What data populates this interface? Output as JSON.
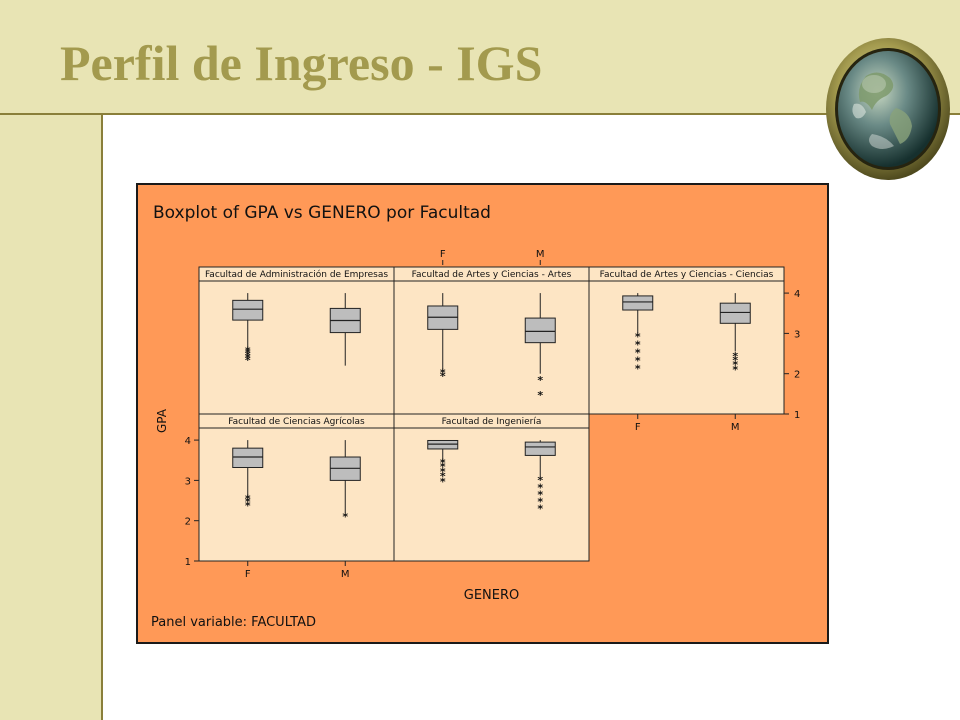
{
  "slide": {
    "title": "Perfil de Ingreso - IGS"
  },
  "icons": {
    "globe": "globe-icon"
  },
  "colors": {
    "band": "#e8e4b4",
    "title": "#a39a4e",
    "chart_bg": "#ff9957",
    "panel_bg": "#fde5c4",
    "box_fill": "#bdbdbd"
  },
  "chart_data": {
    "type": "boxplot",
    "title": "Boxplot of GPA vs GENERO por Facultad",
    "xlabel": "GENERO",
    "ylabel": "GPA",
    "categories": [
      "F",
      "M"
    ],
    "yticks": [
      1,
      2,
      3,
      4
    ],
    "ylim": [
      1,
      4.3
    ],
    "footer": "Panel variable: FACULTAD",
    "panels": [
      {
        "name": "Facultad de Administración de Empresas",
        "boxes": [
          {
            "group": "F",
            "whisker_low": 2.6,
            "q1": 3.33,
            "median": 3.6,
            "q3": 3.82,
            "whisker_high": 4.0,
            "outliers": [
              2.32,
              2.38,
              2.44,
              2.5,
              2.55
            ]
          },
          {
            "group": "M",
            "whisker_low": 2.2,
            "q1": 3.02,
            "median": 3.32,
            "q3": 3.62,
            "whisker_high": 4.0,
            "outliers": []
          }
        ]
      },
      {
        "name": "Facultad de Artes y Ciencias - Artes",
        "boxes": [
          {
            "group": "F",
            "whisker_low": 2.1,
            "q1": 3.1,
            "median": 3.4,
            "q3": 3.68,
            "whisker_high": 4.0,
            "outliers": [
              1.92,
              2.0
            ]
          },
          {
            "group": "M",
            "whisker_low": 2.0,
            "q1": 2.77,
            "median": 3.05,
            "q3": 3.38,
            "whisker_high": 4.0,
            "outliers": [
              1.45,
              1.82
            ]
          }
        ]
      },
      {
        "name": "Facultad de Artes y Ciencias - Ciencias",
        "boxes": [
          {
            "group": "F",
            "whisker_low": 3.0,
            "q1": 3.58,
            "median": 3.78,
            "q3": 3.93,
            "whisker_high": 4.0,
            "outliers": [
              2.1,
              2.3,
              2.5,
              2.7,
              2.9
            ]
          },
          {
            "group": "M",
            "whisker_low": 2.55,
            "q1": 3.25,
            "median": 3.52,
            "q3": 3.75,
            "whisker_high": 4.0,
            "outliers": [
              2.08,
              2.2,
              2.32,
              2.42
            ]
          }
        ]
      },
      {
        "name": "Facultad de Ciencias Agrícolas",
        "boxes": [
          {
            "group": "F",
            "whisker_low": 2.6,
            "q1": 3.32,
            "median": 3.58,
            "q3": 3.8,
            "whisker_high": 4.0,
            "outliers": [
              2.35,
              2.45,
              2.52
            ]
          },
          {
            "group": "M",
            "whisker_low": 2.2,
            "q1": 3.0,
            "median": 3.3,
            "q3": 3.58,
            "whisker_high": 4.0,
            "outliers": [
              2.08
            ]
          }
        ]
      },
      {
        "name": "Facultad de Ingeniería",
        "boxes": [
          {
            "group": "F",
            "whisker_low": 3.45,
            "q1": 3.78,
            "median": 3.9,
            "q3": 3.99,
            "whisker_high": 4.0,
            "outliers": [
              2.95,
              3.08,
              3.2,
              3.32,
              3.42
            ]
          },
          {
            "group": "M",
            "whisker_low": 3.1,
            "q1": 3.62,
            "median": 3.83,
            "q3": 3.95,
            "whisker_high": 4.0,
            "outliers": [
              2.28,
              2.45,
              2.62,
              2.8,
              2.98
            ]
          }
        ]
      }
    ]
  }
}
